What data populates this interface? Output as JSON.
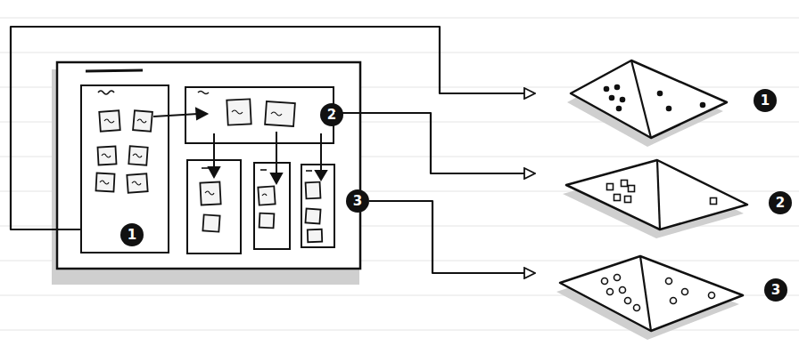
{
  "diagram": {
    "nodes": [
      {
        "text": [
          "1"
        ]
      },
      {
        "text": [
          "2"
        ]
      },
      {
        "text": [
          "3"
        ]
      },
      {
        "text": [
          "1"
        ]
      },
      {
        "text": [
          "2"
        ]
      },
      {
        "text": [
          "3"
        ]
      }
    ],
    "edges": [
      {
        "from": 0,
        "to": 3,
        "arrow": "to"
      },
      {
        "from": 1,
        "to": 4,
        "arrow": "to"
      },
      {
        "from": 2,
        "to": 5,
        "arrow": "to"
      }
    ]
  }
}
